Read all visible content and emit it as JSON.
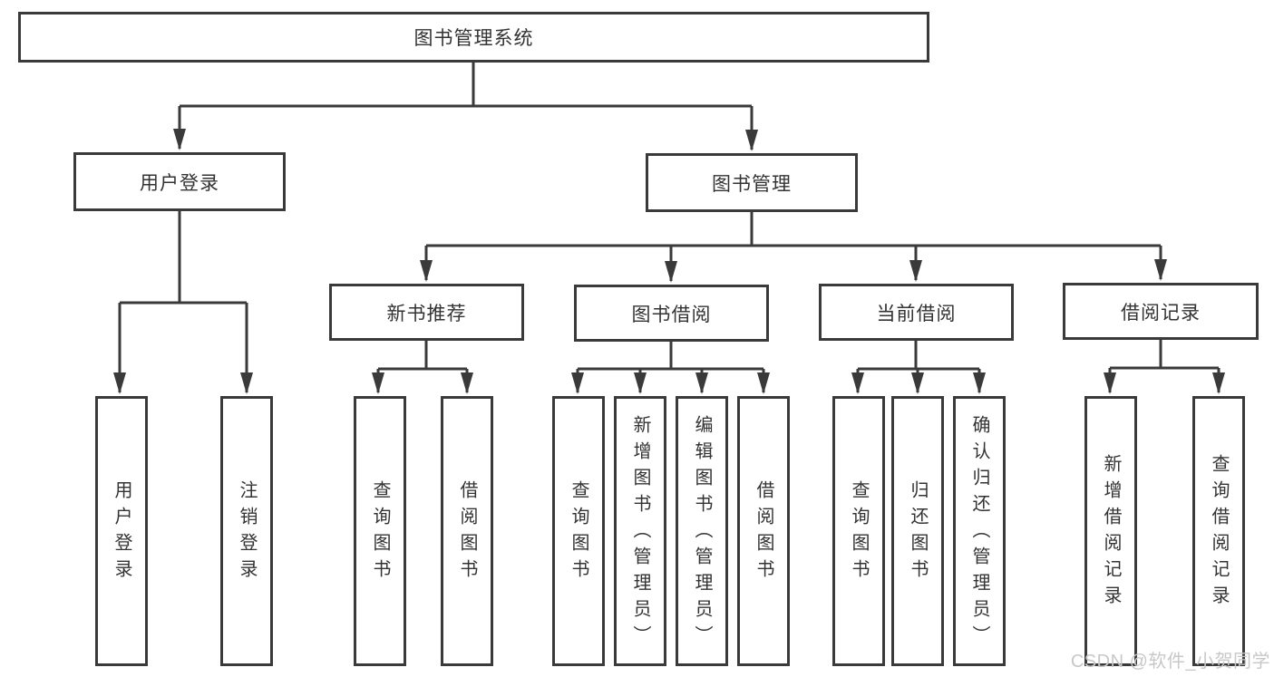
{
  "diagram": {
    "type": "hierarchy-tree",
    "colors": {
      "line": "#3a3a3a",
      "box_border": "#3a3a3a",
      "text": "#333333",
      "background": "#ffffff",
      "watermark": "#c8c8c8"
    },
    "nodes": {
      "root": {
        "label": "图书管理系统",
        "level": 1
      },
      "user_login": {
        "label": "用户登录",
        "level": 2,
        "parent": "root"
      },
      "book_mgmt": {
        "label": "图书管理",
        "level": 2,
        "parent": "root"
      },
      "new_book_rec": {
        "label": "新书推荐",
        "level": 3,
        "parent": "book_mgmt"
      },
      "book_borrow": {
        "label": "图书借阅",
        "level": 3,
        "parent": "book_mgmt"
      },
      "current_borrow": {
        "label": "当前借阅",
        "level": 3,
        "parent": "book_mgmt"
      },
      "borrow_records": {
        "label": "借阅记录",
        "level": 3,
        "parent": "book_mgmt"
      },
      "leaf_user_login": {
        "label": "用户登录",
        "level": 4,
        "parent": "user_login"
      },
      "leaf_logout": {
        "label": "注销登录",
        "level": 4,
        "parent": "user_login"
      },
      "leaf_nbr_query": {
        "label": "查询图书",
        "level": 4,
        "parent": "new_book_rec"
      },
      "leaf_nbr_borrow": {
        "label": "借阅图书",
        "level": 4,
        "parent": "new_book_rec"
      },
      "leaf_bb_query": {
        "label": "查询图书",
        "level": 4,
        "parent": "book_borrow"
      },
      "leaf_bb_add": {
        "label": "新增图书（管理员）",
        "level": 4,
        "parent": "book_borrow"
      },
      "leaf_bb_edit": {
        "label": "编辑图书（管理员）",
        "level": 4,
        "parent": "book_borrow"
      },
      "leaf_bb_borrow": {
        "label": "借阅图书",
        "level": 4,
        "parent": "book_borrow"
      },
      "leaf_cb_query": {
        "label": "查询图书",
        "level": 4,
        "parent": "current_borrow"
      },
      "leaf_cb_return": {
        "label": "归还图书",
        "level": 4,
        "parent": "current_borrow"
      },
      "leaf_cb_confirm": {
        "label": "确认归还（管理员）",
        "level": 4,
        "parent": "current_borrow"
      },
      "leaf_br_add": {
        "label": "新增借阅记录",
        "level": 4,
        "parent": "borrow_records"
      },
      "leaf_br_query": {
        "label": "查询借阅记录",
        "level": 4,
        "parent": "borrow_records"
      }
    },
    "watermark": "CSDN @软件_小贺同学"
  }
}
